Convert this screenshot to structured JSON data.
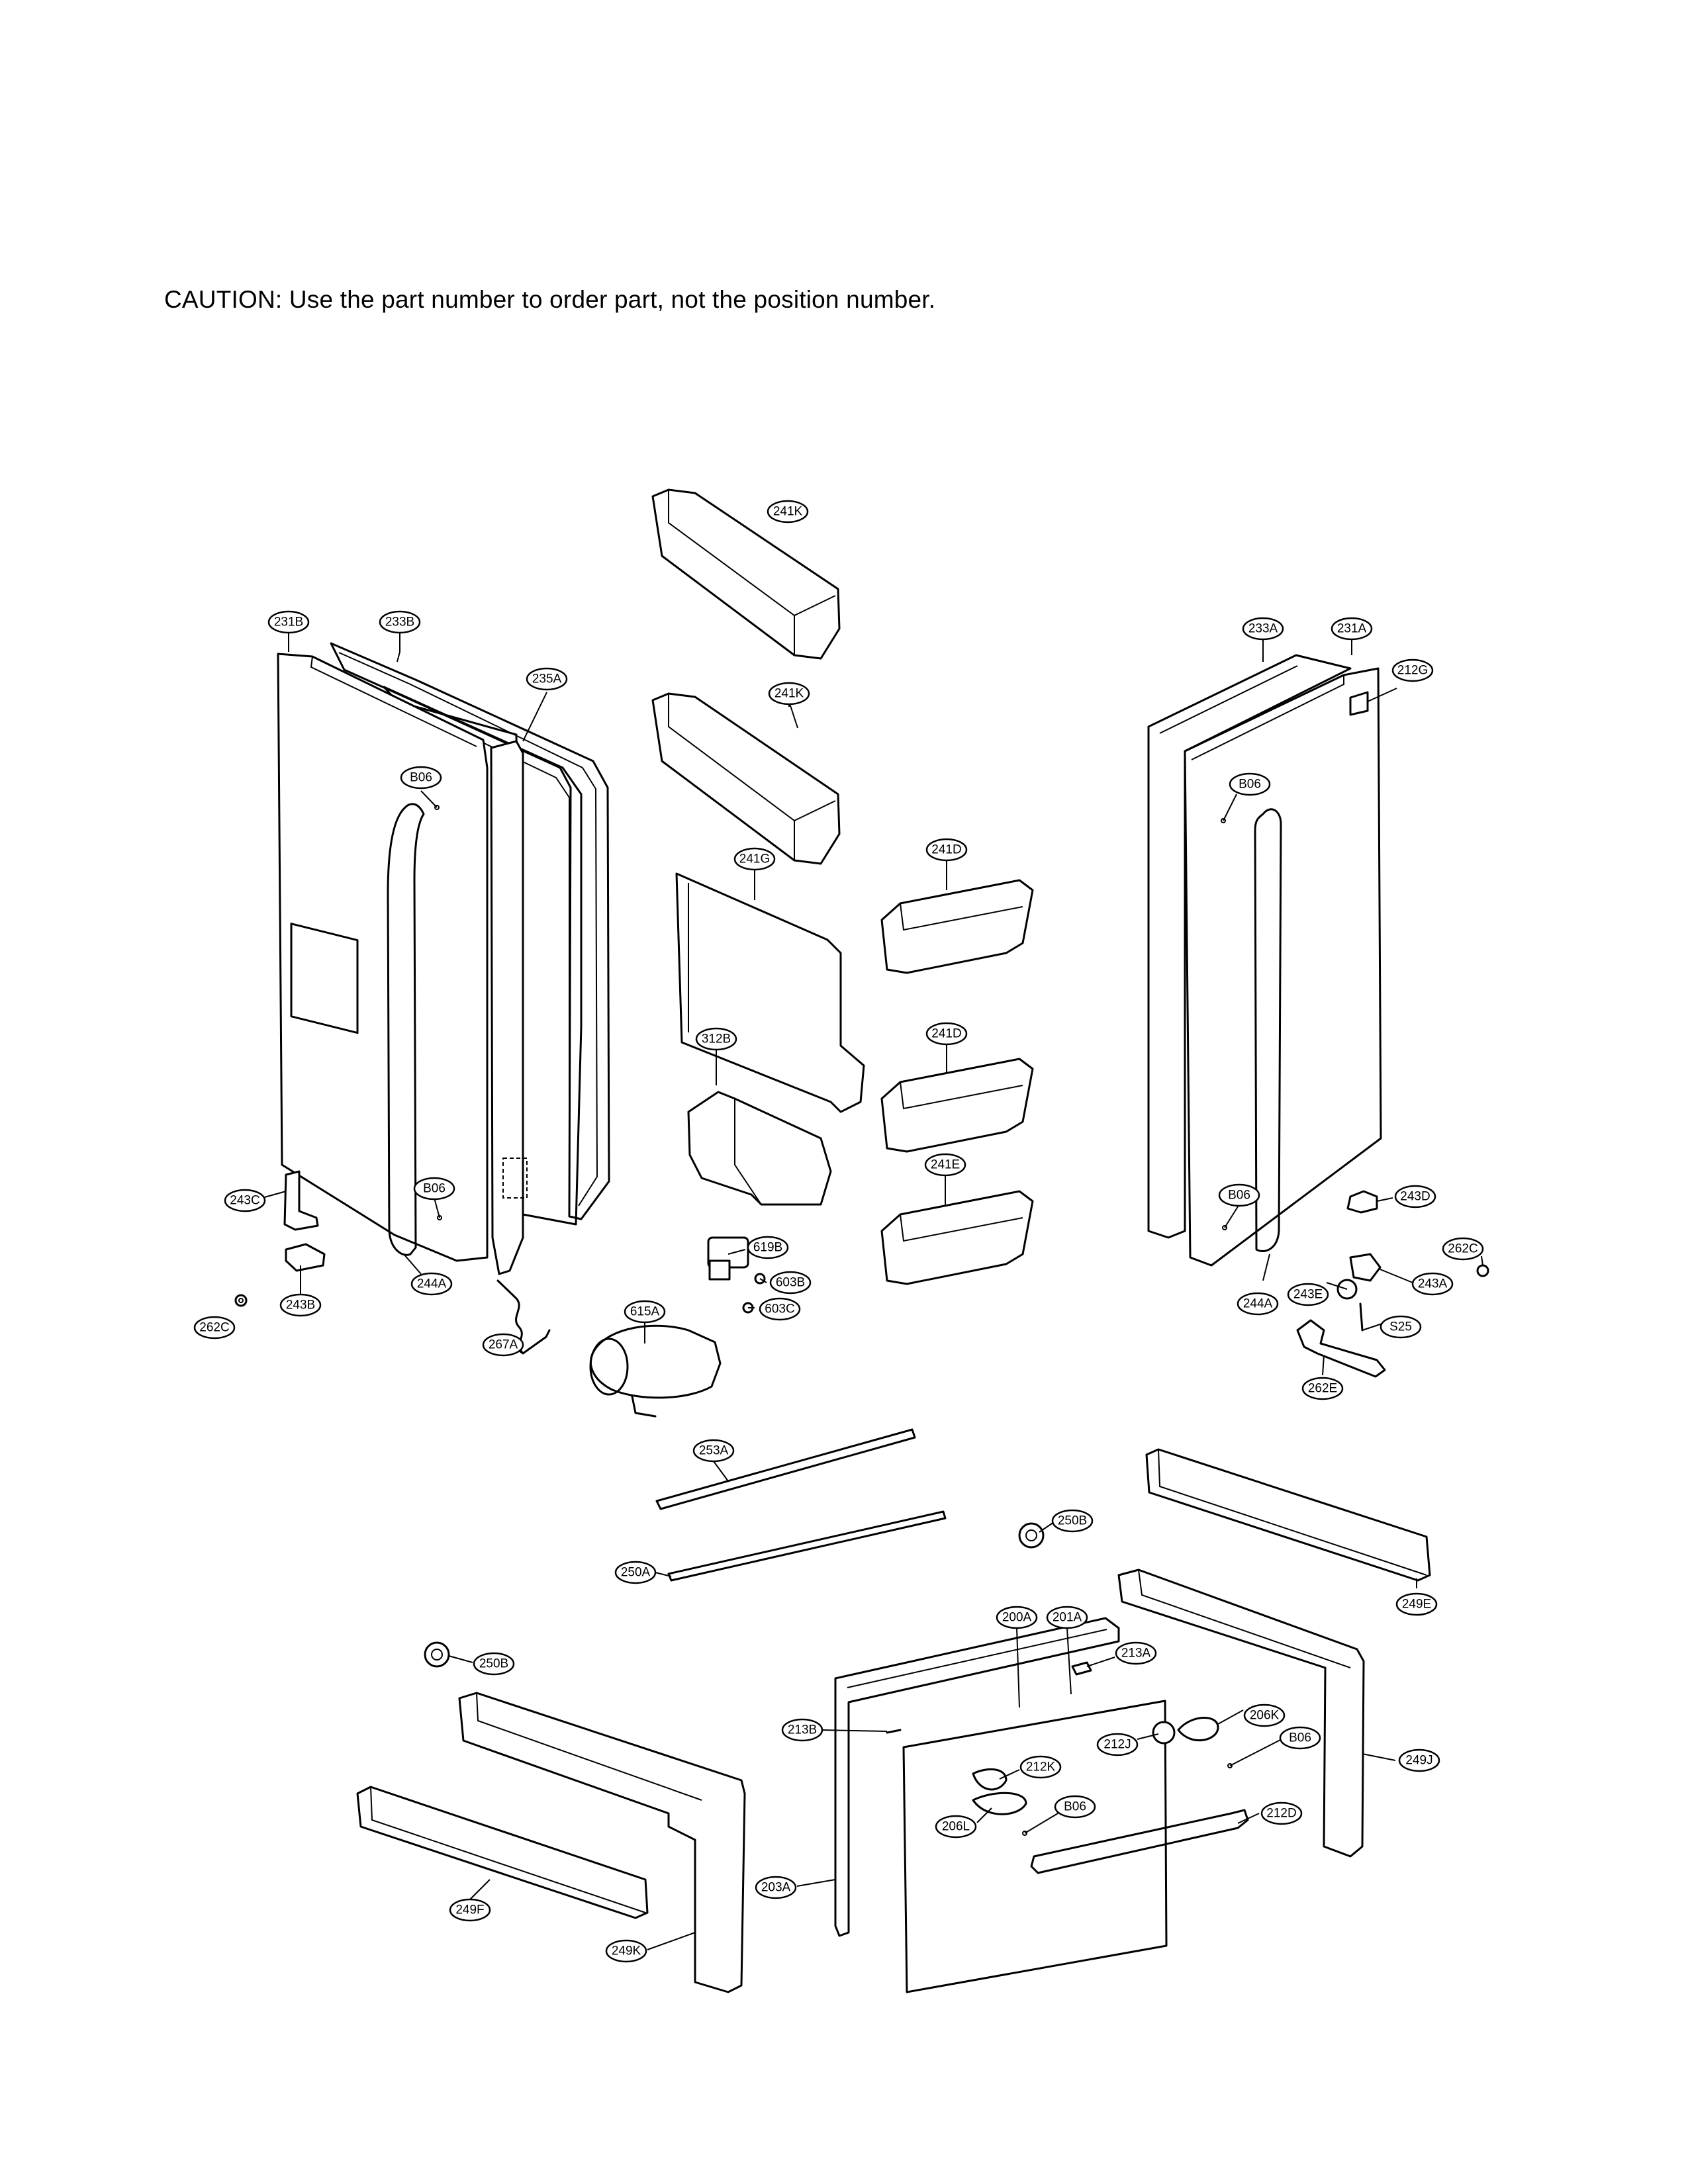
{
  "caution": "CAUTION: Use the part number to order part, not the position number.",
  "callouts": [
    {
      "id": "241K-top",
      "label": "241K"
    },
    {
      "id": "241K-mid",
      "label": "241K"
    },
    {
      "id": "231B",
      "label": "231B"
    },
    {
      "id": "233B",
      "label": "233B"
    },
    {
      "id": "235A",
      "label": "235A"
    },
    {
      "id": "B06-left-top",
      "label": "B06"
    },
    {
      "id": "241G",
      "label": "241G"
    },
    {
      "id": "241D-top",
      "label": "241D"
    },
    {
      "id": "241D-mid",
      "label": "241D"
    },
    {
      "id": "312B",
      "label": "312B"
    },
    {
      "id": "241E",
      "label": "241E"
    },
    {
      "id": "233A",
      "label": "233A"
    },
    {
      "id": "231A",
      "label": "231A"
    },
    {
      "id": "212G",
      "label": "212G"
    },
    {
      "id": "B06-right-top",
      "label": "B06"
    },
    {
      "id": "243C",
      "label": "243C"
    },
    {
      "id": "B06-left-bottom",
      "label": "B06"
    },
    {
      "id": "243B",
      "label": "243B"
    },
    {
      "id": "262C-left",
      "label": "262C"
    },
    {
      "id": "244A-left",
      "label": "244A"
    },
    {
      "id": "267A",
      "label": "267A"
    },
    {
      "id": "619B",
      "label": "619B"
    },
    {
      "id": "603B",
      "label": "603B"
    },
    {
      "id": "603C",
      "label": "603C"
    },
    {
      "id": "615A",
      "label": "615A"
    },
    {
      "id": "B06-right-bottom",
      "label": "B06"
    },
    {
      "id": "243D",
      "label": "243D"
    },
    {
      "id": "262C-right",
      "label": "262C"
    },
    {
      "id": "243A",
      "label": "243A"
    },
    {
      "id": "243E",
      "label": "243E"
    },
    {
      "id": "244A-right",
      "label": "244A"
    },
    {
      "id": "S25",
      "label": "S25"
    },
    {
      "id": "262E",
      "label": "262E"
    },
    {
      "id": "253A",
      "label": "253A"
    },
    {
      "id": "250A",
      "label": "250A"
    },
    {
      "id": "250B-right",
      "label": "250B"
    },
    {
      "id": "249E",
      "label": "249E"
    },
    {
      "id": "200A",
      "label": "200A"
    },
    {
      "id": "201A",
      "label": "201A"
    },
    {
      "id": "213A",
      "label": "213A"
    },
    {
      "id": "250B-left",
      "label": "250B"
    },
    {
      "id": "213B",
      "label": "213B"
    },
    {
      "id": "212J",
      "label": "212J"
    },
    {
      "id": "206K",
      "label": "206K"
    },
    {
      "id": "B06-drawer-right",
      "label": "B06"
    },
    {
      "id": "212K",
      "label": "212K"
    },
    {
      "id": "249J",
      "label": "249J"
    },
    {
      "id": "206L",
      "label": "206L"
    },
    {
      "id": "B06-drawer-mid",
      "label": "B06"
    },
    {
      "id": "212D",
      "label": "212D"
    },
    {
      "id": "203A",
      "label": "203A"
    },
    {
      "id": "249F",
      "label": "249F"
    },
    {
      "id": "249K",
      "label": "249K"
    }
  ]
}
